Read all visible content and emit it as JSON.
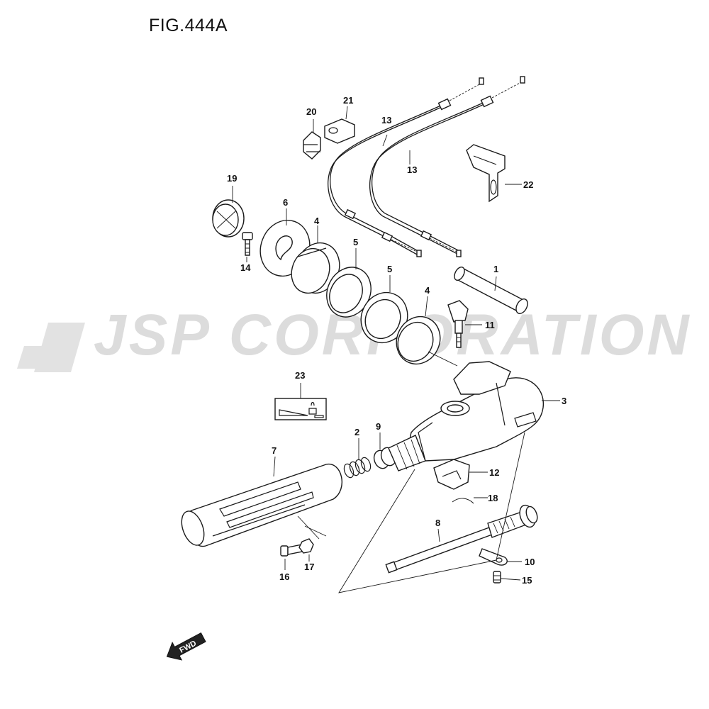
{
  "figure": {
    "title": "FIG.444A"
  },
  "watermark": {
    "text": "JSP CORPORATION"
  },
  "fwd_badge": {
    "label": "FWD"
  },
  "callouts": {
    "p1": "1",
    "p2": "2",
    "p3": "3",
    "p4a": "4",
    "p4b": "4",
    "p5a": "5",
    "p5b": "5",
    "p6": "6",
    "p7": "7",
    "p8": "8",
    "p9": "9",
    "p10": "10",
    "p11": "11",
    "p12": "12",
    "p13a": "13",
    "p13b": "13",
    "p14": "14",
    "p15": "15",
    "p16": "16",
    "p17": "17",
    "p18": "18",
    "p19": "19",
    "p20": "20",
    "p21": "21",
    "p22": "22",
    "p23": "23"
  },
  "colors": {
    "line": "#1a1a1a",
    "watermark": "#dcdcdc",
    "background": "#ffffff"
  }
}
